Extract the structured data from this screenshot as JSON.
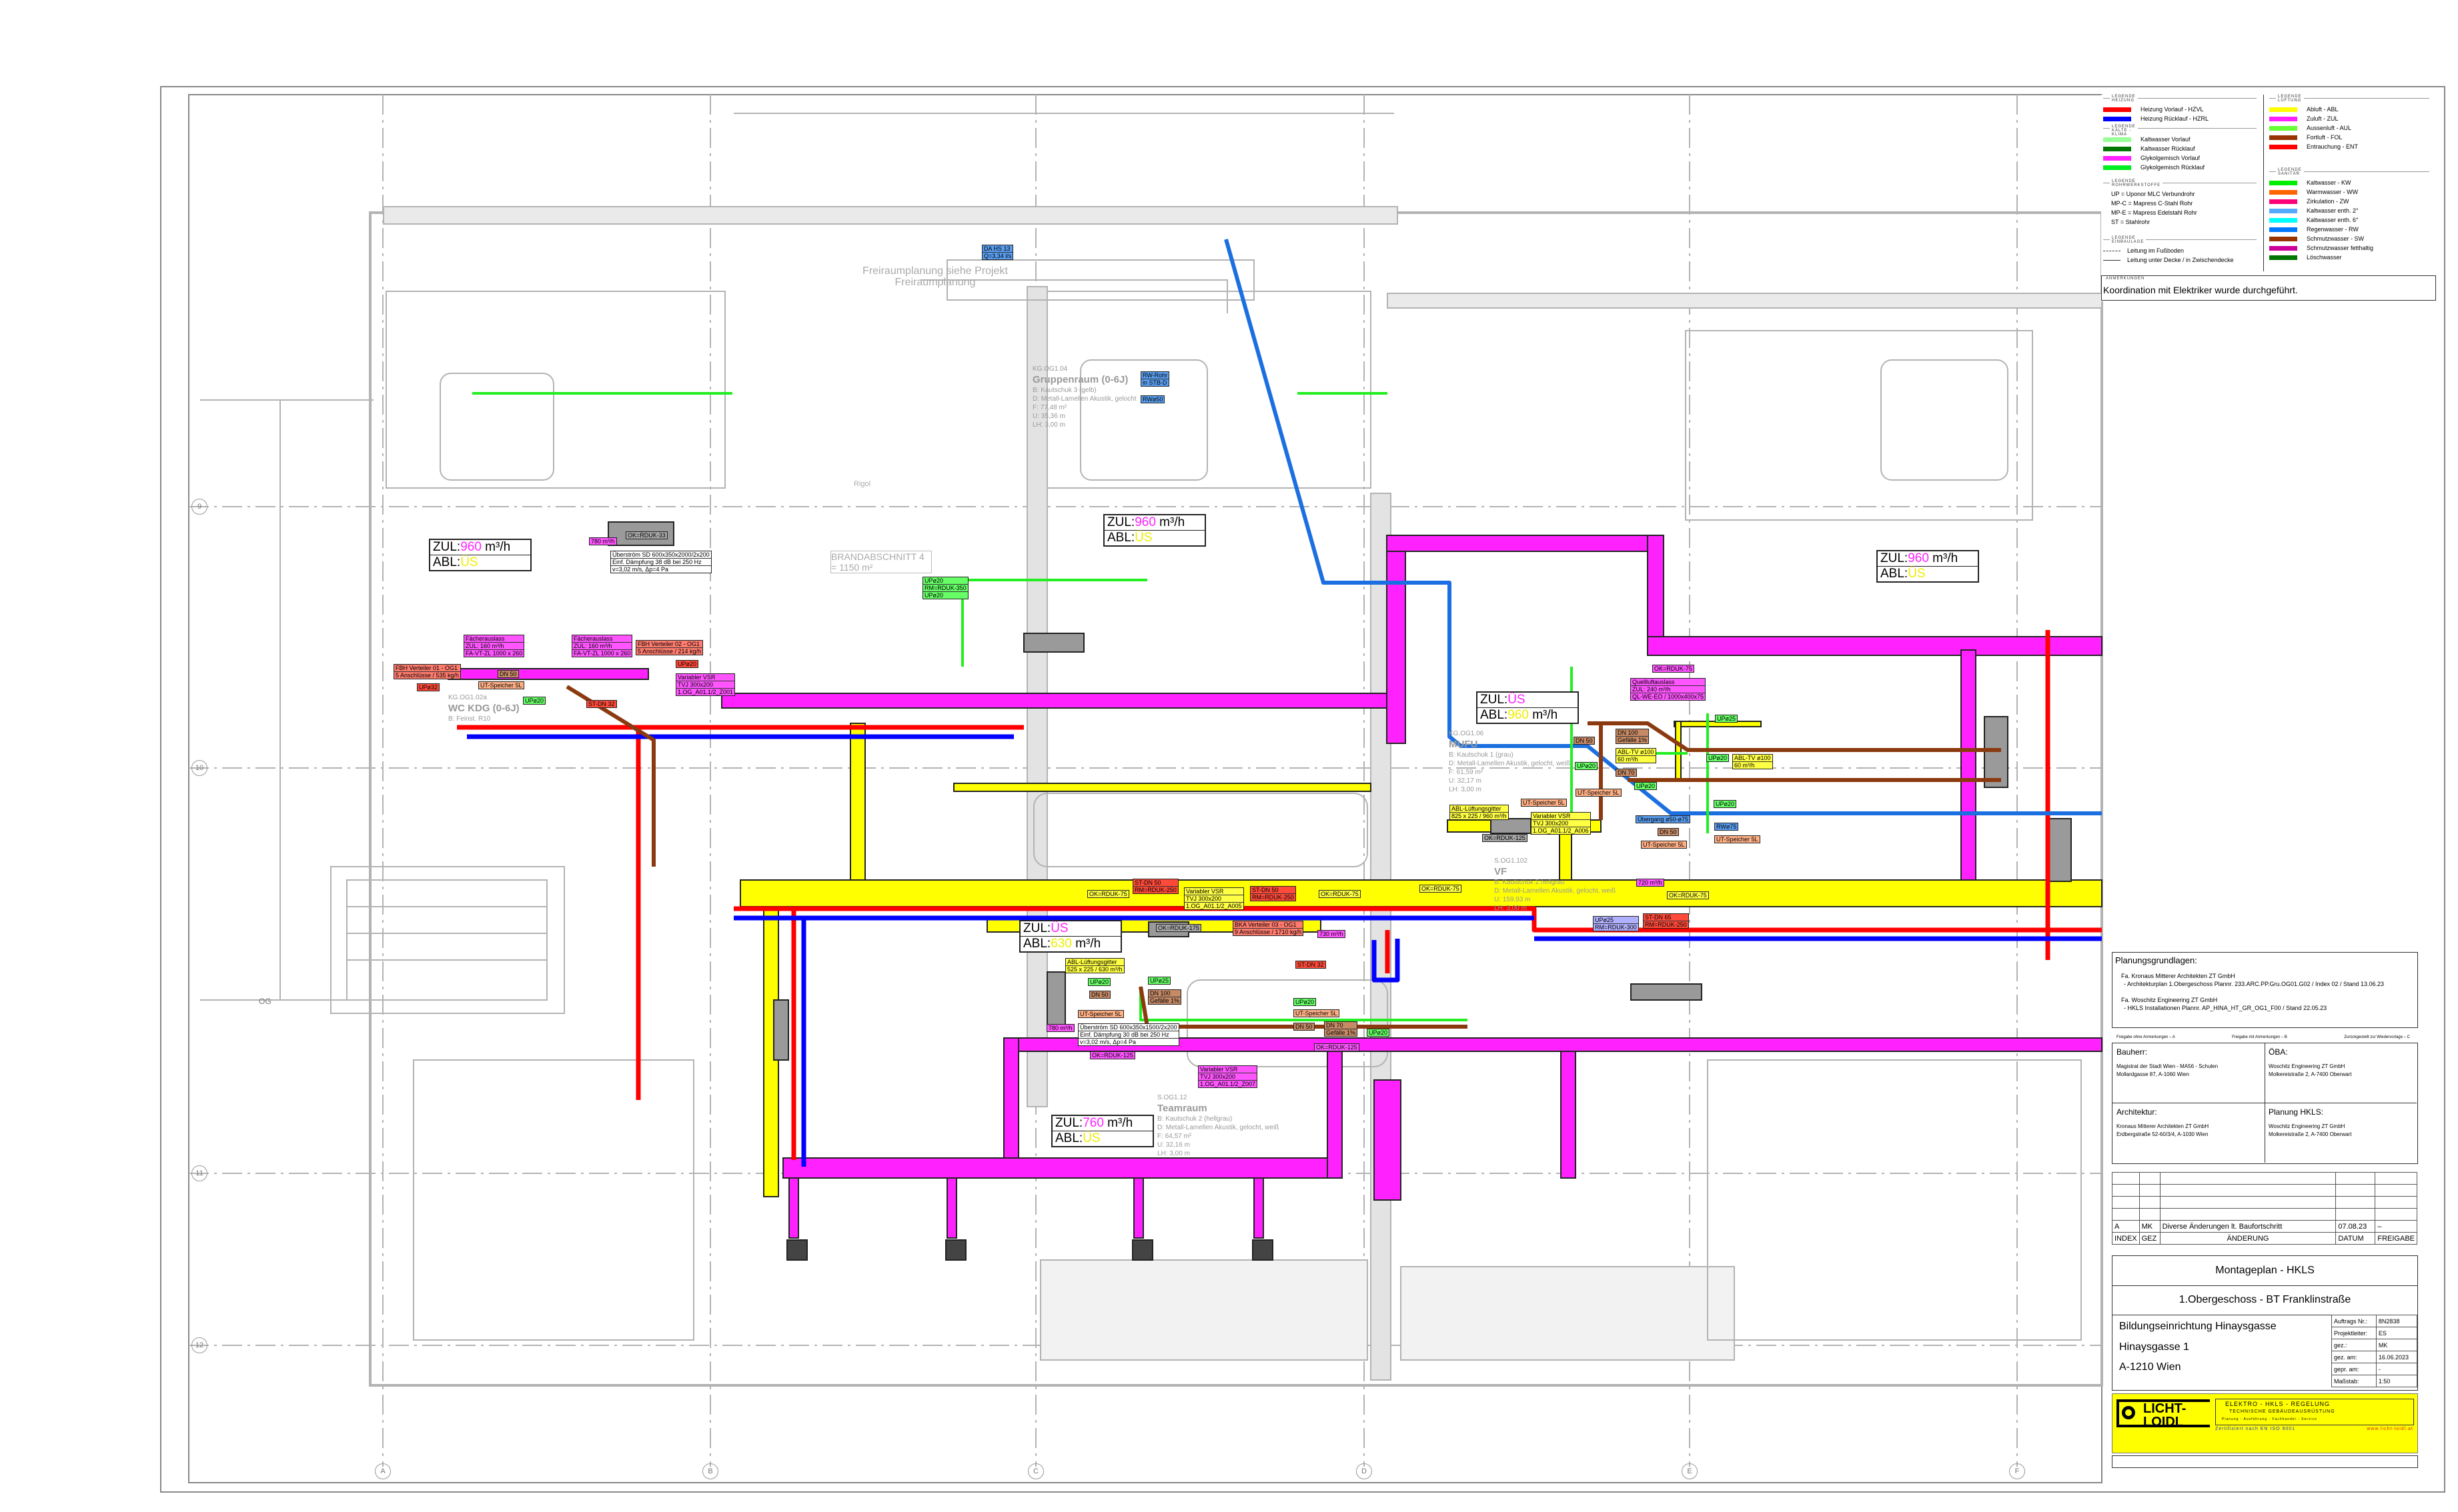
{
  "legend": {
    "heizung": {
      "title": "LEGENDE HEIZUNG",
      "items": [
        {
          "label": "Heizung Vorlauf - HZVL",
          "color": "#ff0000"
        },
        {
          "label": "Heizung Rücklauf - HZRL",
          "color": "#0000ff"
        }
      ]
    },
    "kaelte": {
      "title": "LEGENDE KÄLTE - KLIMA",
      "items": [
        {
          "label": "Kaltwasser Vorlauf",
          "color": "#99ff99"
        },
        {
          "label": "Kaltwasser Rücklauf",
          "color": "#007700"
        },
        {
          "label": "Glykolgemisch Vorlauf",
          "color": "#ff22ff"
        },
        {
          "label": "Glykolgemisch Rücklauf",
          "color": "#00ee22"
        }
      ]
    },
    "rohr": {
      "title": "LEGENDE ROHRWERKSTOFFE",
      "items": [
        "UP = Uponor MLC Verbundrohr",
        "MP-C = Mapress C-Stahl Rohr",
        "MP-E = Mapress Edelstahl Rohr",
        "ST = Stahlrohr"
      ]
    },
    "einbau": {
      "title": "LEGENDE EINBAULAGE",
      "items": [
        "Leitung im Fußboden",
        "Leitung unter Decke / in Zwischendecke"
      ]
    },
    "lueftung": {
      "title": "LEGENDE LÜFTUNG",
      "items": [
        {
          "label": "Abluft - ABL",
          "color": "#ffff00"
        },
        {
          "label": "Zuluft - ZUL",
          "color": "#ff22ff"
        },
        {
          "label": "Aussenluft - AUL",
          "color": "#66ff33"
        },
        {
          "label": "Fortluft - FOL",
          "color": "#993300"
        },
        {
          "label": "Entrauchung - ENT",
          "color": "#ff0000"
        }
      ]
    },
    "sanitaer": {
      "title": "LEGENDE SANITÄR",
      "items": [
        {
          "label": "Kaltwasser - KW",
          "color": "#00ee00"
        },
        {
          "label": "Warmwasser - WW",
          "color": "#ff6600"
        },
        {
          "label": "Zirkulation - ZW",
          "color": "#ff0077"
        },
        {
          "label": "Kaltwasser enth. 2°",
          "color": "#55aaff"
        },
        {
          "label": "Kaltwasser enth. 6°",
          "color": "#00ffff"
        },
        {
          "label": "Regenwasser - RW",
          "color": "#0077ff"
        },
        {
          "label": "Schmutzwasser - SW",
          "color": "#993300"
        },
        {
          "label": "Schmutzwasser fetthaltig",
          "color": "#cc0099"
        },
        {
          "label": "Löschwasser",
          "color": "#007700"
        }
      ]
    },
    "anmerkungen": {
      "title": "ANMERKUNGEN",
      "text": "Koordination mit Elektriker wurde durchgeführt."
    }
  },
  "planung": {
    "title": "Planungsgrundlagen:",
    "lines": [
      "Fa. Kronaus Mitterer Architekten ZT GmbH",
      "- Architekturplan 1.Obergeschoss Plannr. 233.ARC.PP.Gru.OG01.G02 / Index 02 / Stand 13.06.23",
      "Fa. Woschitz Engineering ZT GmbH",
      "- HKLS Installationen Plannr. AP_HINA_HT_GR_OG1_F00 / Stand 22.05.23"
    ]
  },
  "freigabe": [
    "Freigabe ohne Anmerkungen – A",
    "Freigabe mit Anmerkungen – B",
    "Zurückgestellt zur Wiedervorlage – C"
  ],
  "parties": [
    {
      "role": "Bauherr:",
      "lines": [
        "Magistrat der Stadt Wien - MA56 - Schulen",
        "Mollardgasse 87, A-1060 Wien"
      ]
    },
    {
      "role": "ÖBA:",
      "lines": [
        "Woschitz Engineering ZT GmbH",
        "Molkereistraße 2, A-7400 Oberwart"
      ]
    },
    {
      "role": "Architektur:",
      "lines": [
        "Kronaus Mitterer Architekten ZT GmbH",
        "Erdbergstraße 52-60/3/4, A-1030 Wien"
      ]
    },
    {
      "role": "Planung HKLS:",
      "lines": [
        "Woschitz Engineering ZT GmbH",
        "Molkereistraße 2, A-7400 Oberwart"
      ]
    }
  ],
  "revisions": {
    "headers": [
      "INDEX",
      "GEZ",
      "ÄNDERUNG",
      "DATUM",
      "FREIGABE"
    ],
    "rows": [
      {
        "index": "A",
        "gez": "MK",
        "aenderung": "Diverse Änderungen lt. Baufortschritt",
        "datum": "07.08.23",
        "freigabe": "–"
      }
    ]
  },
  "titleblock": {
    "title": "Montageplan - HKLS",
    "subtitle": "1.Obergeschoss - BT Franklinstraße",
    "project": [
      "Bildungseinrichtung Hinaysgasse",
      "Hinaysgasse 1",
      "A-1210 Wien"
    ],
    "info": [
      {
        "k": "Auftrags Nr.:",
        "v": "8N2838"
      },
      {
        "k": "Projektleiter:",
        "v": "ES"
      },
      {
        "k": "gez.:",
        "v": "MK"
      },
      {
        "k": "gez. am:",
        "v": "16.06.2023"
      },
      {
        "k": "gepr. am:",
        "v": "-"
      },
      {
        "k": "Maßstab:",
        "v": "1:50"
      }
    ]
  },
  "company": {
    "logo": "LICHT-LOIDL",
    "line1": "ELEKTRO - HKLS - REGELUNG",
    "line2": "TECHNISCHE GEBÄUDEAUSRÜSTUNG",
    "line3": "Planung - Ausführung - Fachhandel - Service",
    "cert": "Zertifiziert nach EN ISO 9001",
    "web": "www.licht-loidl.at"
  },
  "grid": {
    "rows": [
      "9",
      "10",
      "11",
      "12"
    ],
    "cols": [
      "A",
      "B",
      "C",
      "D",
      "E",
      "F"
    ],
    "level": "OG"
  },
  "annotations": {
    "freiraum": [
      "Freiraumplanung siehe Projekt",
      "Freiraumplanung"
    ],
    "brandabschnitt": [
      "BRANDABSCHNITT 4",
      "= 1150 m²"
    ],
    "rigol": "Rigol"
  },
  "rooms": [
    {
      "id": "KG.OG1.04",
      "name": "Gruppenraum (0-6J)",
      "info": [
        "B: Kautschuk 3 (gelb)",
        "D: Metall-Lamellen Akustik, gelocht",
        "F: 77,48 m²",
        "U: 35,36 m",
        "LH: 3,00 m"
      ]
    },
    {
      "id": "KG.OG1.02a",
      "name": "WC KDG (0-6J)",
      "info": [
        "B: Feinst. R10"
      ]
    },
    {
      "id": "KG.OG1.06",
      "name": "MUFU",
      "info": [
        "B: Kautschuk 1 (grau)",
        "D: Metall-Lamellen Akustik, gelocht, weiß",
        "F: 61,59 m²",
        "U: 32,17 m",
        "LH: 3,00 m"
      ]
    },
    {
      "id": "S.OG1.12",
      "name": "Teamraum",
      "info": [
        "B: Kautschuk 2 (hellgrau)",
        "D: Metall-Lamellen Akustik, gelocht, weiß",
        "F: 64,57 m²",
        "U: 32,16 m",
        "LH: 3,00 m"
      ]
    },
    {
      "id": "S.OG1.102",
      "name": "VF",
      "info": [
        "B: Kautschuk 2 hellgrau",
        "D: Metall-Lamellen Akustik, gelocht, weiß",
        "U: 159,93 m",
        "LH: 3,00 m"
      ]
    }
  ],
  "airflow": [
    {
      "zul_label": "ZUL:",
      "zul": "960",
      "abl_label": "ABL:",
      "abl": "ÜS",
      "unit": "m³/h"
    },
    {
      "zul_label": "ZUL:",
      "zul": "960",
      "abl_label": "ABL:",
      "abl": "ÜS",
      "unit": "m³/h"
    },
    {
      "zul_label": "ZUL:",
      "zul": "960",
      "abl_label": "ABL:",
      "abl": "ÜS",
      "unit": "m³/h"
    },
    {
      "zul_label": "ZUL:",
      "zul": "ÜS",
      "abl_label": "ABL:",
      "abl": "960",
      "unit": "m³/h"
    },
    {
      "zul_label": "ZUL:",
      "zul": "ÜS",
      "abl_label": "ABL:",
      "abl": "630",
      "unit": "m³/h"
    },
    {
      "zul_label": "ZUL:",
      "zul": "760",
      "abl_label": "ABL:",
      "abl": "ÜS",
      "unit": "m³/h"
    }
  ],
  "tags": [
    [
      "Fächerauslass",
      "ZUL: 160 m³/h",
      "FA-VT-ZL 1000 x 260"
    ],
    [
      "Fächerauslass",
      "ZUL: 160 m³/h",
      "FA-VT-ZL 1000 x 260"
    ],
    [
      "FBH Verteiler 02 - OG1",
      "5 Anschlüsse / 214 kg/h"
    ],
    [
      "UPø20"
    ],
    [
      "Variabler VSR",
      "TVJ 300x200",
      "1.OG_A01.1/2_Z001"
    ],
    [
      "UT-Speicher 5L"
    ],
    [
      "DN 50"
    ],
    [
      "UPø20"
    ],
    [
      "ST-DN 32"
    ],
    [
      "Überström SD 600x350x2000/2x200",
      "Einf. Dämpfung 38 dB bei 250 Hz",
      "v=3,02 m/s, Δp=4 Pa"
    ],
    [
      "OK=RDUK-33"
    ],
    [
      "FBH Verteiler 01 - OG1",
      "5 Anschlüsse / 535 kg/h"
    ],
    [
      "UPø32"
    ],
    [
      "780 m³/h"
    ],
    [
      "ST-DN 50",
      "RM=RDUK-250"
    ],
    [
      "Variabler VSR",
      "TVJ 300x200",
      "1.OG_A01.1/2_A005"
    ],
    [
      "ST-DN 50",
      "RM=RDUK-250"
    ],
    [
      "OK=RDUK-75"
    ],
    [
      "OK=RDUK-75"
    ],
    [
      "ABL-Lüftungsgitter",
      "525 x 225 / 630 m³/h"
    ],
    [
      "OK=RDUK-175"
    ],
    [
      "BKA Verteiler 03 - OG1",
      "9 Anschlüsse / 1710 kg/h"
    ],
    [
      "730 m³/h"
    ],
    [
      "ST-DN 32"
    ],
    [
      "UPø20"
    ],
    [
      "DN 50"
    ],
    [
      "UPø25"
    ],
    [
      "DN 100",
      "Gefälle 1%"
    ],
    [
      "UT-Speicher 5L"
    ],
    [
      "Überström SD 600x350x1500/2x200",
      "Einf. Dämpfung 30 dB bei 250 Hz",
      "v=3,02 m/s, Δp=4 Pa"
    ],
    [
      "780 m³/h"
    ],
    [
      "OK=RDUK-125"
    ],
    [
      "OK=RDUK-125"
    ],
    [
      "UPø20"
    ],
    [
      "UPø20"
    ],
    [
      "UT-Speicher 5L"
    ],
    [
      "DN 50"
    ],
    [
      "DN 70",
      "Gefälle 1%"
    ],
    [
      "Variabler VSR",
      "TVJ 300x200",
      "1.OG_A01.1/2_Z007"
    ],
    [
      "Quellluftauslass",
      "ZUL: 240 m³/h",
      "QL-WE-EO / 1000x400x75"
    ],
    [
      "OK=RDUK-75"
    ],
    [
      "DN 100",
      "Gefälle 1%"
    ],
    [
      "DN 50"
    ],
    [
      "ABL-TV ø100",
      "60 m³/h"
    ],
    [
      "UT-Speicher 5L"
    ],
    [
      "UPø20"
    ],
    [
      "DN 70"
    ],
    [
      "UPø20"
    ],
    [
      "UT-Speicher 5L"
    ],
    [
      "UPø25"
    ],
    [
      "UPø20"
    ],
    [
      "ABL-TV ø100",
      "60 m³/h"
    ],
    [
      "UPø20"
    ],
    [
      "Übergang ø50-ø75"
    ],
    [
      "DN 50"
    ],
    [
      "UT-Speicher 5L"
    ],
    [
      "RWø75"
    ],
    [
      "UT-Speicher 5L"
    ],
    [
      "ABL-Lüftungsgitter",
      "825 x 225 / 960 m³/h"
    ],
    [
      "Variabler VSR",
      "TVJ 300x200",
      "1.OG_A01.1/2_A006"
    ],
    [
      "OK=RDUK-125"
    ],
    [
      "OK=RDUK-75"
    ],
    [
      "OK=RDUK-75"
    ],
    [
      "720 m³/h"
    ],
    [
      "UPø25",
      "RM=RDUK-300"
    ],
    [
      "ST-DN 65",
      "RM=RDUK-250"
    ],
    [
      "DA HS 13",
      "Q=3,34 l/s"
    ],
    [
      "UPø20",
      "RM=RDUK-350",
      "UPø20"
    ],
    [
      "RW-Rohr",
      "in STB-D"
    ],
    [
      "RWø50"
    ]
  ]
}
